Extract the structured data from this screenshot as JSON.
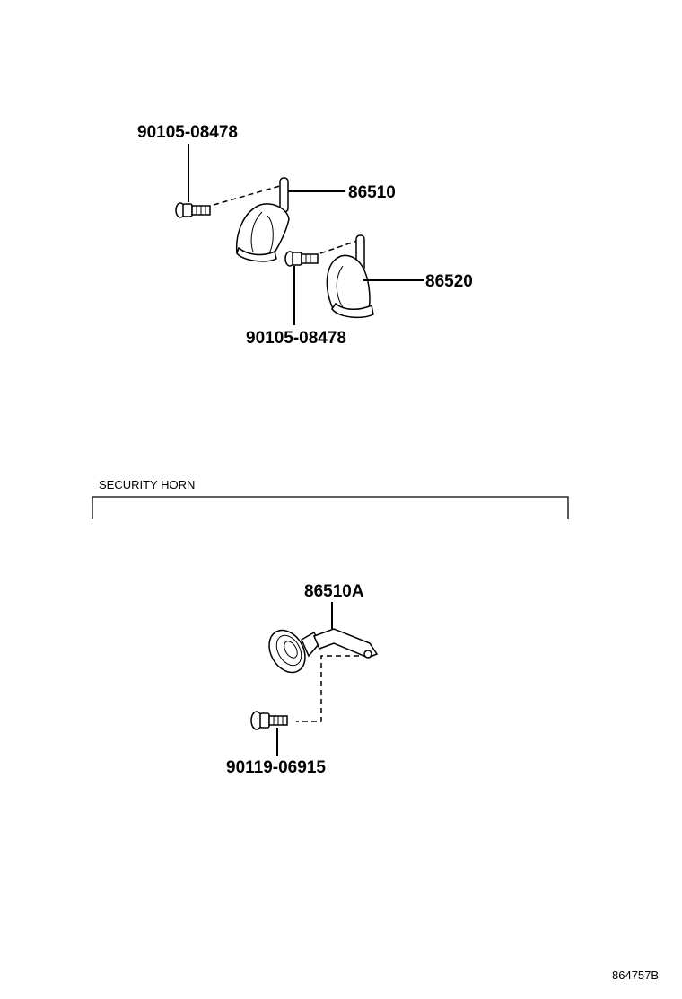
{
  "labels": {
    "bolt_top": "90105-08478",
    "horn_low": "86510",
    "horn_high": "86520",
    "bolt_mid": "90105-08478",
    "section_title": "SECURITY HORN",
    "security_horn": "86510A",
    "bolt_security": "90119-06915",
    "figure_code": "864757B"
  },
  "icons": [
    "bolt-icon",
    "horn-icon",
    "security-horn-icon"
  ]
}
